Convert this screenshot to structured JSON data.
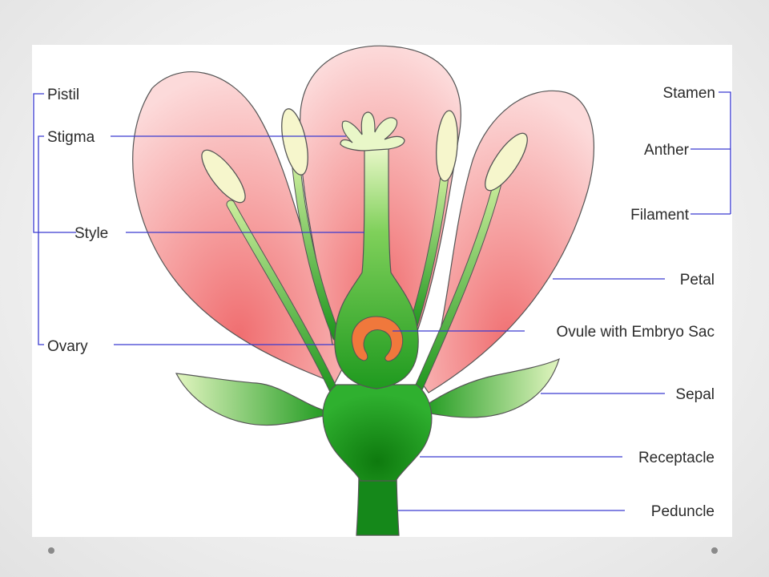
{
  "labels": {
    "pistil": "Pistil",
    "stigma": "Stigma",
    "style": "Style",
    "ovary": "Ovary",
    "stamen": "Stamen",
    "anther": "Anther",
    "filament": "Filament",
    "petal": "Petal",
    "ovule": "Ovule with Embryo Sac",
    "sepal": "Sepal",
    "receptacle": "Receptacle",
    "peduncle": "Peduncle"
  },
  "colors": {
    "petal_light": "#fbdada",
    "petal_dark": "#f28b8b",
    "green_dark": "#148a14",
    "green_mid": "#3cb83c",
    "green_light": "#dcf3b8",
    "anther": "#f5f5c8",
    "ovule": "#f07a3c",
    "leader_line": "#3a3ad0"
  }
}
